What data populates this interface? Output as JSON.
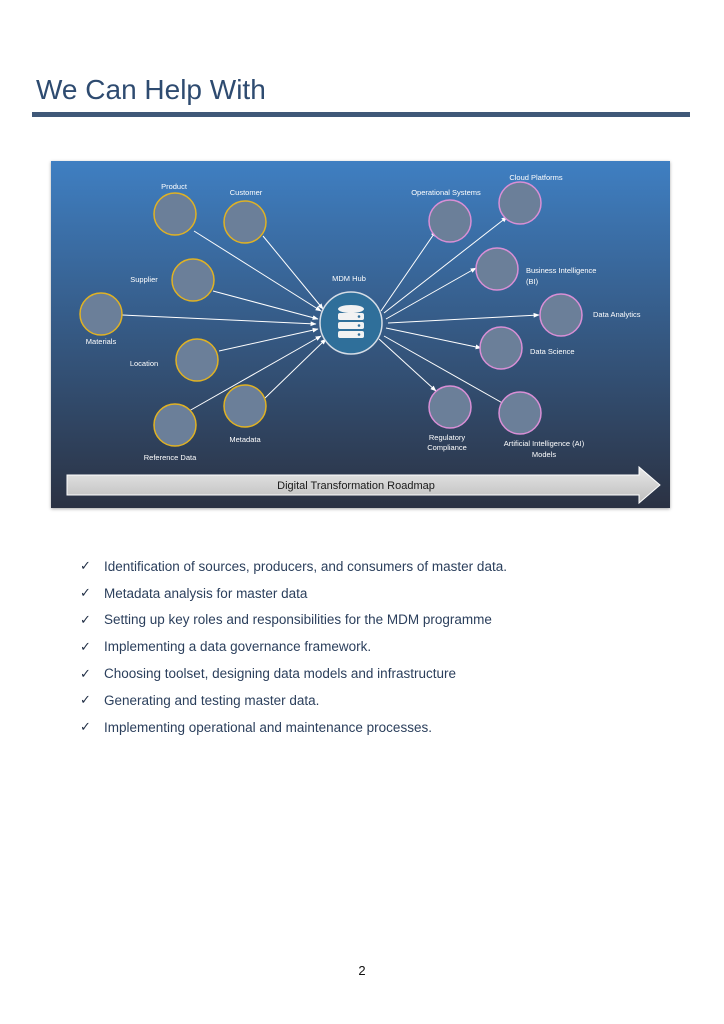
{
  "page": {
    "title": "We Can Help With",
    "page_number": "2"
  },
  "diagram": {
    "hub_label": "MDM Hub",
    "roadmap_label": "Digital Transformation Roadmap",
    "sources": [
      {
        "label": "Product"
      },
      {
        "label": "Customer"
      },
      {
        "label": "Supplier"
      },
      {
        "label": "Materials"
      },
      {
        "label": "Location"
      },
      {
        "label": "Reference Data"
      },
      {
        "label": "Metadata"
      }
    ],
    "consumers": [
      {
        "label": "Operational Systems"
      },
      {
        "label": "Cloud Platforms"
      },
      {
        "label": "Business Intelligence",
        "label2": "(BI)"
      },
      {
        "label": "Data Analytics"
      },
      {
        "label": "Data Science"
      },
      {
        "label": "Regulatory",
        "label2": "Compliance"
      },
      {
        "label": "Artificial Intelligence (AI)",
        "label2": "Models"
      }
    ],
    "colors": {
      "background_top": "#3f7fc2",
      "background_bottom": "#2b3243",
      "source_node_stroke": "#e0b224",
      "consumer_node_stroke": "#d98fd6",
      "node_fill": "#6b7f99",
      "hub_fill": "#2f6f9a"
    }
  },
  "checklist": [
    {
      "text": "Identification of sources, producers, and consumers of master data."
    },
    {
      "text": "Metadata analysis for master data"
    },
    {
      "text": "Setting up key roles and responsibilities for the MDM programme"
    },
    {
      "text": "Implementing a data governance framework."
    },
    {
      "text": "Choosing toolset, designing data models and infrastructure"
    },
    {
      "text": "Generating and testing master data."
    },
    {
      "text": "Implementing operational and maintenance processes."
    }
  ],
  "check_icon": "✓"
}
